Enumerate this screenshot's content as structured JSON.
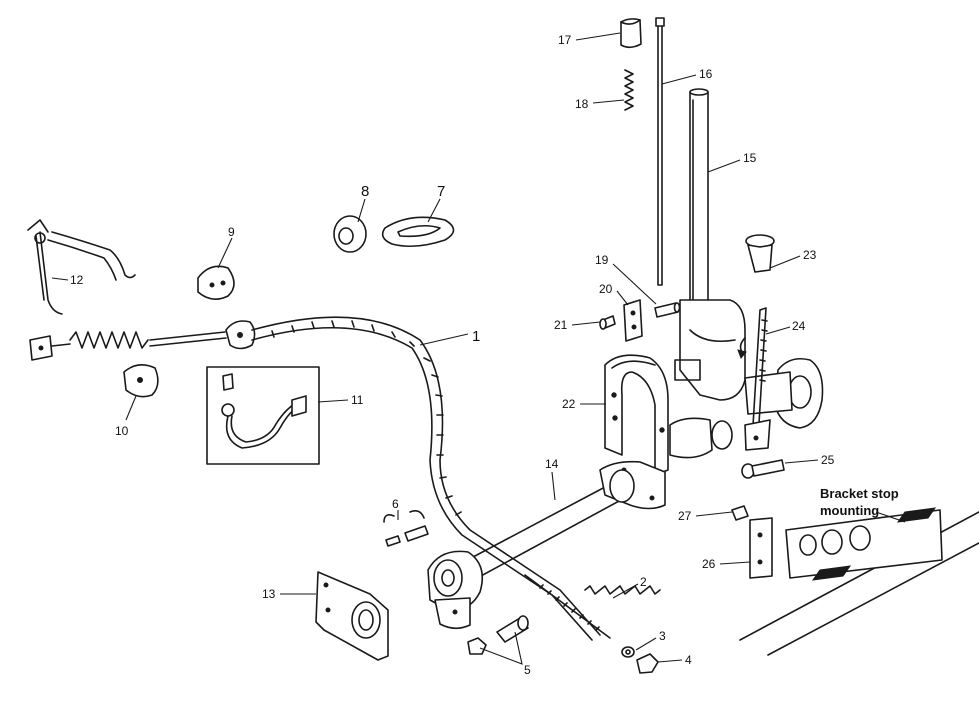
{
  "diagram": {
    "background": "#ffffff",
    "ink": "#1a1a1a",
    "callouts": [
      {
        "id": "c1",
        "label": "1"
      },
      {
        "id": "c2",
        "label": "2"
      },
      {
        "id": "c3",
        "label": "3"
      },
      {
        "id": "c4",
        "label": "4"
      },
      {
        "id": "c5",
        "label": "5"
      },
      {
        "id": "c6",
        "label": "6"
      },
      {
        "id": "c7",
        "label": "7"
      },
      {
        "id": "c8",
        "label": "8"
      },
      {
        "id": "c9",
        "label": "9"
      },
      {
        "id": "c10",
        "label": "10"
      },
      {
        "id": "c11",
        "label": "11"
      },
      {
        "id": "c12",
        "label": "12"
      },
      {
        "id": "c13",
        "label": "13"
      },
      {
        "id": "c14",
        "label": "14"
      },
      {
        "id": "c15",
        "label": "15"
      },
      {
        "id": "c16",
        "label": "16"
      },
      {
        "id": "c17",
        "label": "17"
      },
      {
        "id": "c18",
        "label": "18"
      },
      {
        "id": "c19",
        "label": "19"
      },
      {
        "id": "c20",
        "label": "20"
      },
      {
        "id": "c21",
        "label": "21"
      },
      {
        "id": "c22",
        "label": "22"
      },
      {
        "id": "c23",
        "label": "23"
      },
      {
        "id": "c24",
        "label": "24"
      },
      {
        "id": "c25",
        "label": "25"
      },
      {
        "id": "c26",
        "label": "26"
      },
      {
        "id": "c27",
        "label": "27"
      }
    ],
    "note_line1": "Bracket stop",
    "note_line2": "mounting"
  }
}
